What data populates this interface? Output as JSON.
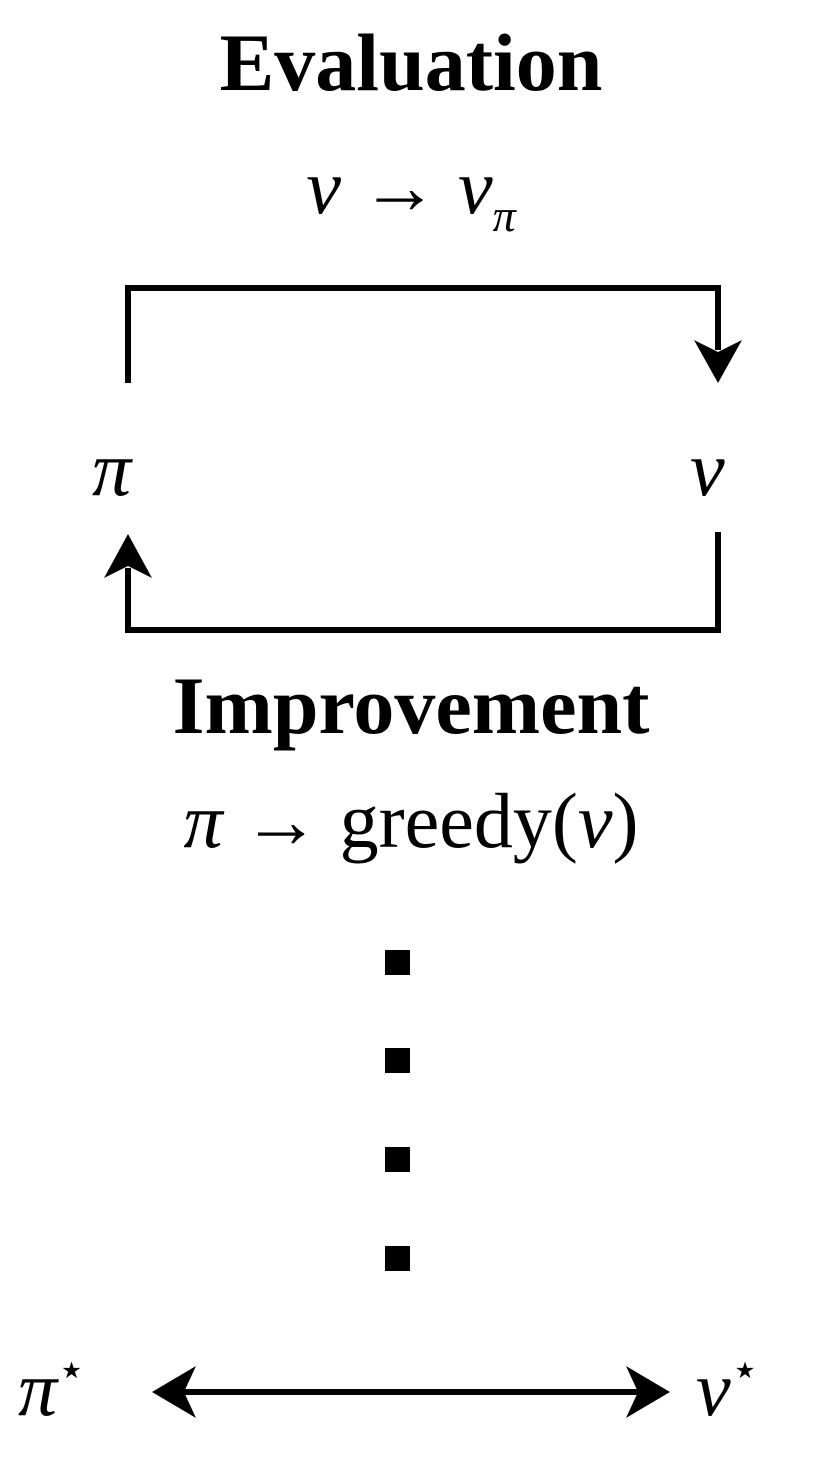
{
  "evaluation": {
    "title": "Evaluation",
    "formula": {
      "lhs": "v",
      "arrow": "→",
      "rhs": "v",
      "rhs_sub": "π"
    }
  },
  "cycle": {
    "policy_symbol": "π",
    "value_symbol": "v"
  },
  "improvement": {
    "title": "Improvement",
    "formula": {
      "lhs": "π",
      "arrow": "→",
      "fn": "greedy",
      "open": "(",
      "arg": "v",
      "close": ")"
    }
  },
  "convergence": {
    "dot_count": 4,
    "policy_symbol": "π",
    "value_symbol": "v",
    "superscript": "⋆"
  }
}
